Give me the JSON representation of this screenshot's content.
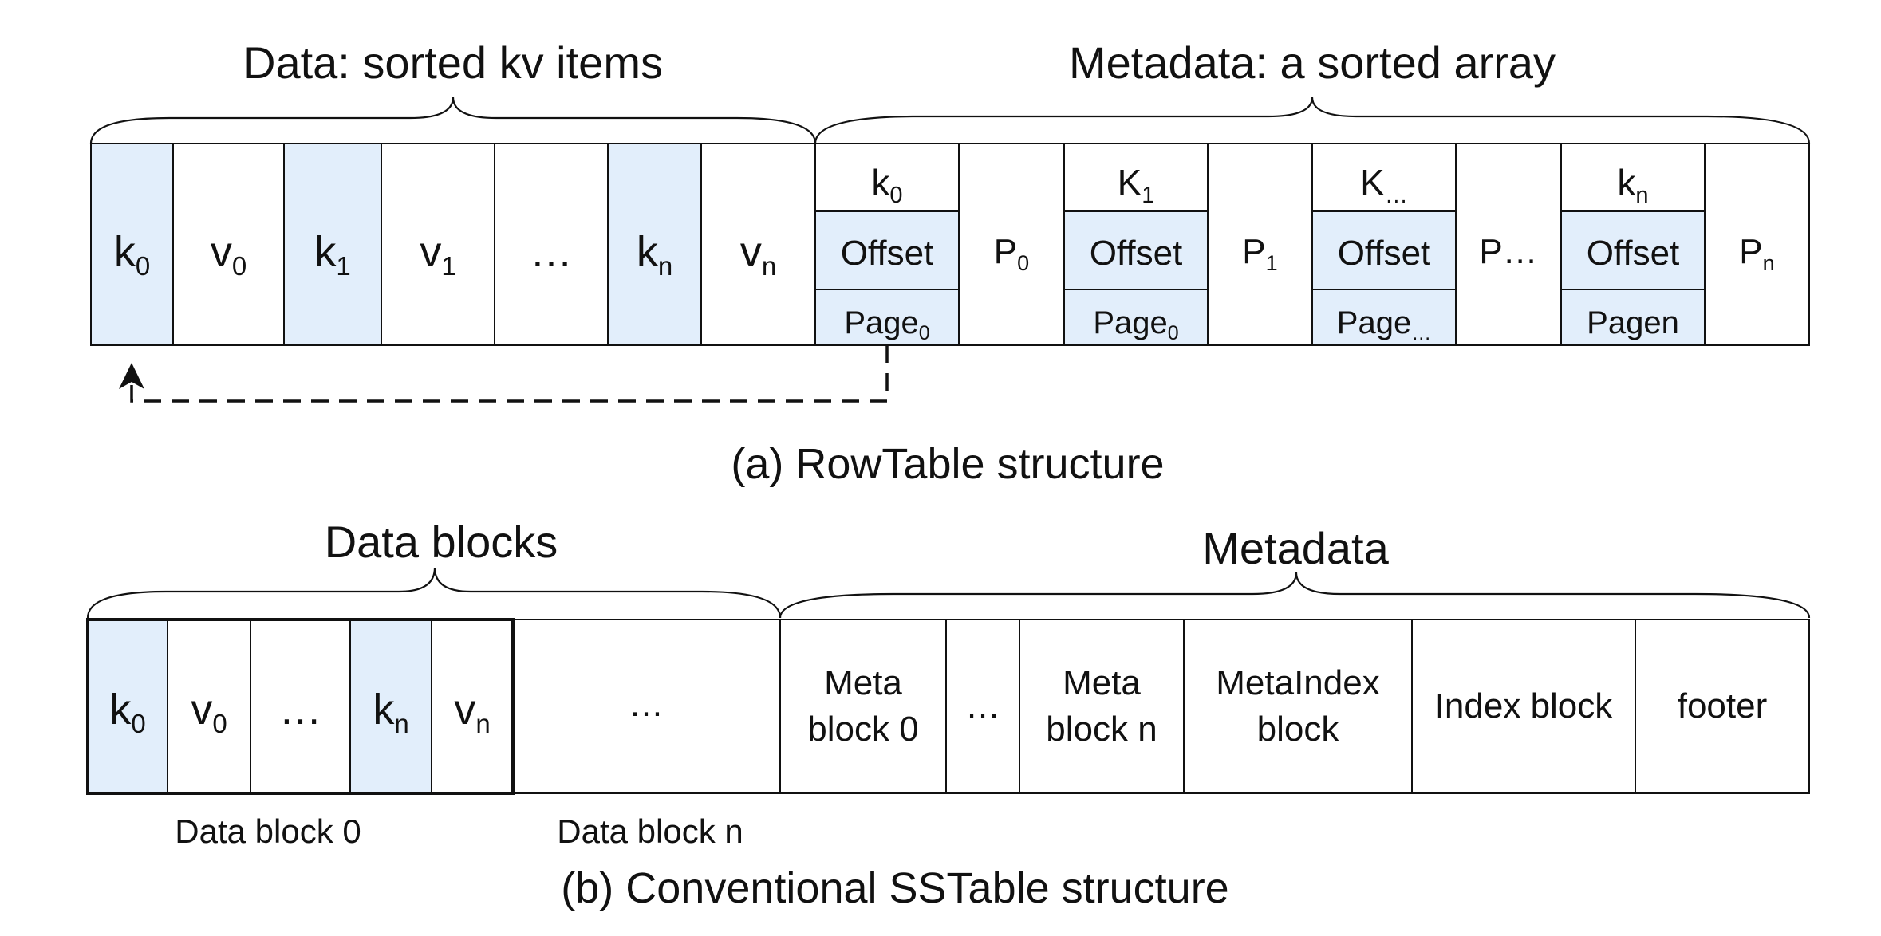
{
  "colors": {
    "key_fill": "#e2eefb",
    "plain_fill": "#ffffff",
    "line": "#111111"
  },
  "rowtable": {
    "data_label": "Data: sorted kv items",
    "metadata_label": "Metadata: a sorted array",
    "caption": "(a) RowTable structure",
    "data_cells": [
      {
        "base": "k",
        "sub": "0",
        "shaded": true
      },
      {
        "base": "v",
        "sub": "0",
        "shaded": false
      },
      {
        "base": "k",
        "sub": "1",
        "shaded": true
      },
      {
        "base": "v",
        "sub": "1",
        "shaded": false
      },
      {
        "base": "…",
        "sub": "",
        "shaded": false
      },
      {
        "base": "k",
        "sub": "n",
        "shaded": true
      },
      {
        "base": "v",
        "sub": "n",
        "shaded": false
      }
    ],
    "meta_entries": [
      {
        "key": {
          "base": "k",
          "sub": "0"
        },
        "offset": "Offset",
        "page": {
          "base": "Page",
          "sub": "0"
        },
        "pointer": {
          "base": "P",
          "sub": "0"
        }
      },
      {
        "key": {
          "base": "K",
          "sub": "1"
        },
        "offset": "Offset",
        "page": {
          "base": "Page",
          "sub": "0"
        },
        "pointer": {
          "base": "P",
          "sub": "1"
        }
      },
      {
        "key": {
          "base": "K",
          "sub": "…"
        },
        "offset": "Offset",
        "page": {
          "base": "Page",
          "sub": "…"
        },
        "pointer": {
          "base": "P…",
          "sub": ""
        }
      },
      {
        "key": {
          "base": "k",
          "sub": "n"
        },
        "offset": "Offset",
        "page": {
          "base": "Pagen",
          "sub": ""
        },
        "pointer": {
          "base": "P",
          "sub": "n"
        }
      }
    ]
  },
  "sstable": {
    "data_label": "Data blocks",
    "metadata_label": "Metadata",
    "caption": "(b) Conventional SSTable structure",
    "block0_cells": [
      {
        "base": "k",
        "sub": "0",
        "shaded": true
      },
      {
        "base": "v",
        "sub": "0",
        "shaded": false
      },
      {
        "base": "…",
        "sub": "",
        "shaded": false
      },
      {
        "base": "k",
        "sub": "n",
        "shaded": true
      },
      {
        "base": "v",
        "sub": "n",
        "shaded": false
      }
    ],
    "ellipsis_block": "…",
    "block0_label": "Data block 0",
    "blockn_label": "Data block n",
    "meta_cells": [
      {
        "lines": [
          "Meta",
          "block 0"
        ]
      },
      {
        "lines": [
          "…"
        ]
      },
      {
        "lines": [
          "Meta",
          "block n"
        ]
      },
      {
        "lines": [
          "MetaIndex",
          "block"
        ]
      },
      {
        "lines": [
          "Index block"
        ]
      },
      {
        "lines": [
          "footer"
        ]
      }
    ]
  }
}
